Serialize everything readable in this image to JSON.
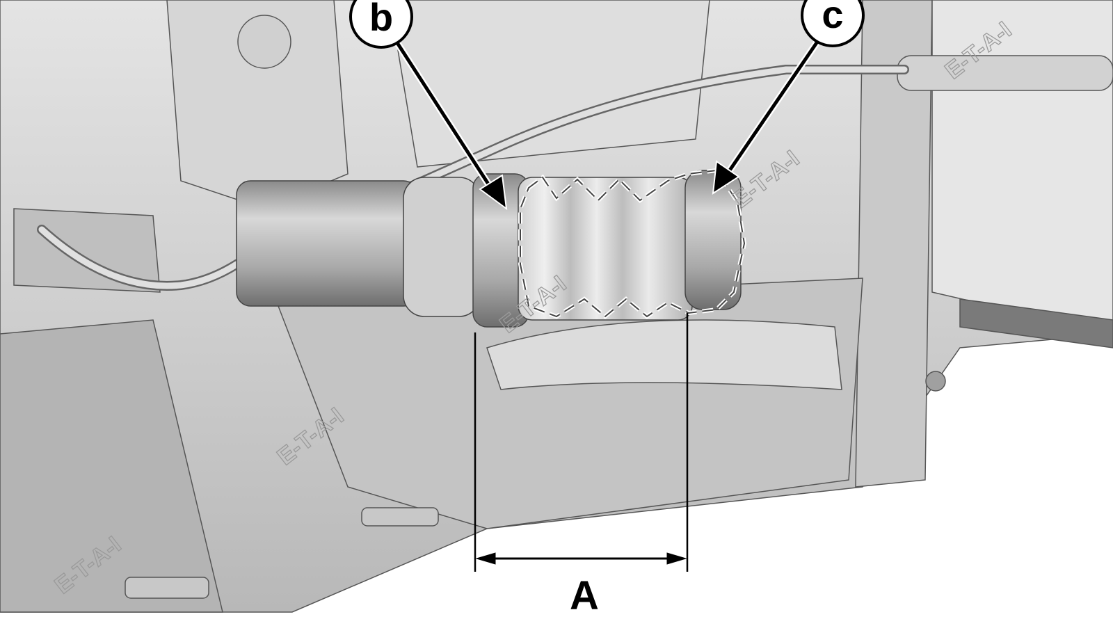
{
  "diagram": {
    "callouts": [
      {
        "id": "b",
        "label": "b"
      },
      {
        "id": "c",
        "label": "c"
      }
    ],
    "dimension": {
      "label": "A"
    },
    "watermark": "E-T-A-I"
  }
}
